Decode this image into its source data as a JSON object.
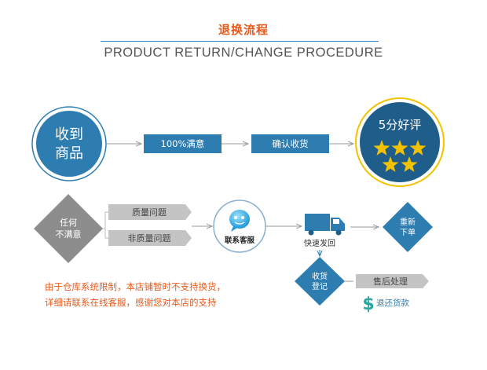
{
  "header": {
    "title_cn": "退换流程",
    "title_en": "PRODUCT RETURN/CHANGE PROCEDURE"
  },
  "row1": {
    "start_line1": "收到",
    "start_line2": "商品",
    "step1": "100%满意",
    "step2": "确认收货",
    "end_label": "5分好评",
    "stars": 5
  },
  "row2": {
    "diamond_line1": "任何",
    "diamond_line2": "不满意",
    "tag_quality": "质量问题",
    "tag_nonquality": "非质量问题",
    "contact": "联系客服",
    "ship_label": "快速发回",
    "resend_line1": "重新",
    "resend_line2": "下单"
  },
  "row3": {
    "receive_line1": "收货",
    "receive_line2": "登记",
    "after_sales": "售后处理",
    "refund": "退还货款",
    "dollar": "$"
  },
  "notice": {
    "line1": "由于仓库系统限制，本店铺暂时不支持换货，",
    "line2": "详细请联系在线客服，感谢您对本店的支持"
  },
  "colors": {
    "blue": "#2e7db1",
    "blue_dark": "#1f6a99",
    "gray": "#8d8d8d",
    "gray_light": "#c4c4c4",
    "orange": "#e8591a",
    "gold": "#f2c200",
    "teal": "#2aa5a0"
  }
}
